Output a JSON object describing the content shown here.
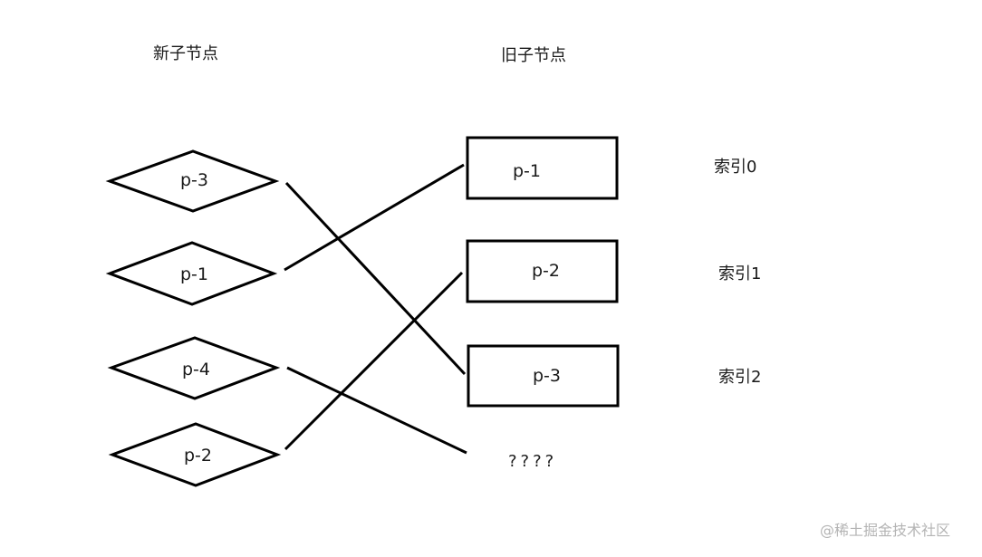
{
  "headers": {
    "new_children": "新子节点",
    "old_children": "旧子节点"
  },
  "new_nodes": [
    "p-3",
    "p-1",
    "p-4",
    "p-2"
  ],
  "old_nodes": [
    "p-1",
    "p-2",
    "p-3"
  ],
  "indices": [
    "索引0",
    "索引1",
    "索引2"
  ],
  "unmatched": "????",
  "watermark": "@稀土掘金技术社区"
}
